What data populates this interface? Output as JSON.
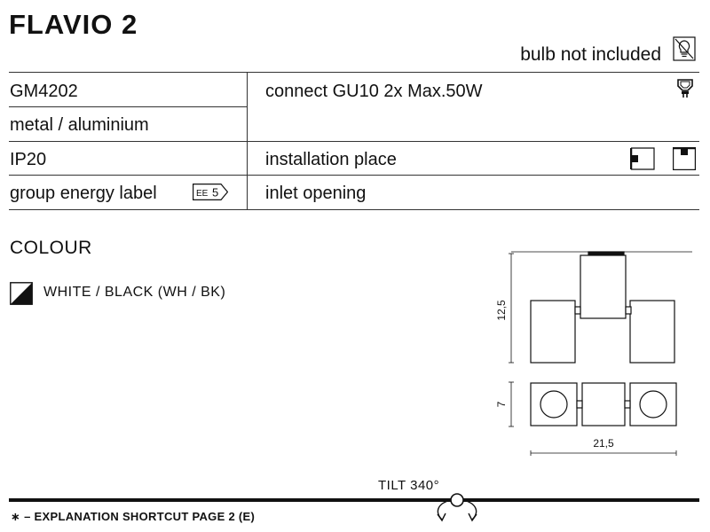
{
  "product": {
    "title": "FLAVIO 2",
    "bulb_note": "bulb not included"
  },
  "specs": {
    "code": "GM4202",
    "material": "metal / aluminium",
    "ip": "IP20",
    "energy_label": "group energy label",
    "energy_badge_prefix": "EE",
    "energy_badge_value": "5",
    "connect": "connect GU10 2x Max.50W",
    "installation": "installation place",
    "inlet": "inlet opening"
  },
  "colour": {
    "heading": "COLOUR",
    "option": "WHITE / BLACK (WH / BK)"
  },
  "dimensions": {
    "height": "12,5",
    "depth": "7",
    "width": "21,5"
  },
  "tilt": "TILT 340°",
  "footnote": "∗  –  EXPLANATION SHORTCUT PAGE 2 (E)",
  "icons": [
    "bulb-crossed-icon",
    "gu10-bulb-icon",
    "wall-mount-icon",
    "ceiling-mount-icon",
    "colour-swatch-icon",
    "tilt-arrows-icon"
  ]
}
